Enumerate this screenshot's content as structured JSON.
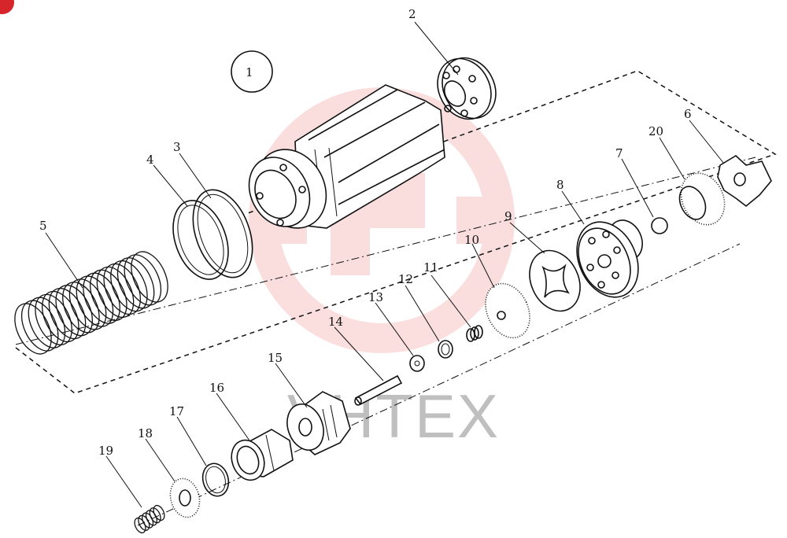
{
  "diagram": {
    "parts": [
      {
        "ref": "1"
      },
      {
        "ref": "2"
      },
      {
        "ref": "3"
      },
      {
        "ref": "4"
      },
      {
        "ref": "5"
      },
      {
        "ref": "6"
      },
      {
        "ref": "7"
      },
      {
        "ref": "8"
      },
      {
        "ref": "9"
      },
      {
        "ref": "10"
      },
      {
        "ref": "11"
      },
      {
        "ref": "12"
      },
      {
        "ref": "13"
      },
      {
        "ref": "14"
      },
      {
        "ref": "15"
      },
      {
        "ref": "16"
      },
      {
        "ref": "17"
      },
      {
        "ref": "18"
      },
      {
        "ref": "19"
      },
      {
        "ref": "20"
      }
    ],
    "watermark": {
      "text": "VHTEX",
      "color": "#e84c4c"
    },
    "badge": {
      "color": "#d7262b"
    }
  }
}
